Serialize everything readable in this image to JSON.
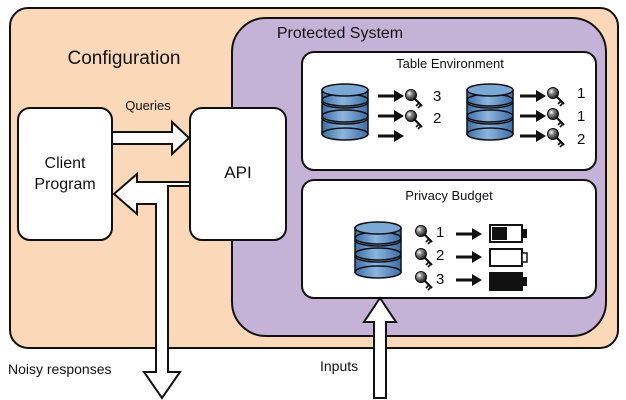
{
  "config": {
    "label": "Configuration",
    "fill": "#fbd8b7"
  },
  "protected_system": {
    "label": "Protected System",
    "fill": "#c5b3d7"
  },
  "client": {
    "line1": "Client",
    "line2": "Program"
  },
  "api": {
    "label": "API"
  },
  "queries_label": "Queries",
  "noisy_label": "Noisy responses",
  "inputs_label": "Inputs",
  "table_env": {
    "title": "Table Environment",
    "left_keys": [
      "3",
      "2"
    ],
    "right_keys": [
      "1",
      "1",
      "2"
    ]
  },
  "privacy_budget": {
    "title": "Privacy Budget",
    "rows": [
      {
        "key": "1",
        "battery": "half"
      },
      {
        "key": "2",
        "battery": "empty"
      },
      {
        "key": "3",
        "battery": "full"
      }
    ]
  },
  "colors": {
    "db_top": "#6f9fcf",
    "db_body": "#3d73ad",
    "db_light": "#a9c7e6"
  }
}
